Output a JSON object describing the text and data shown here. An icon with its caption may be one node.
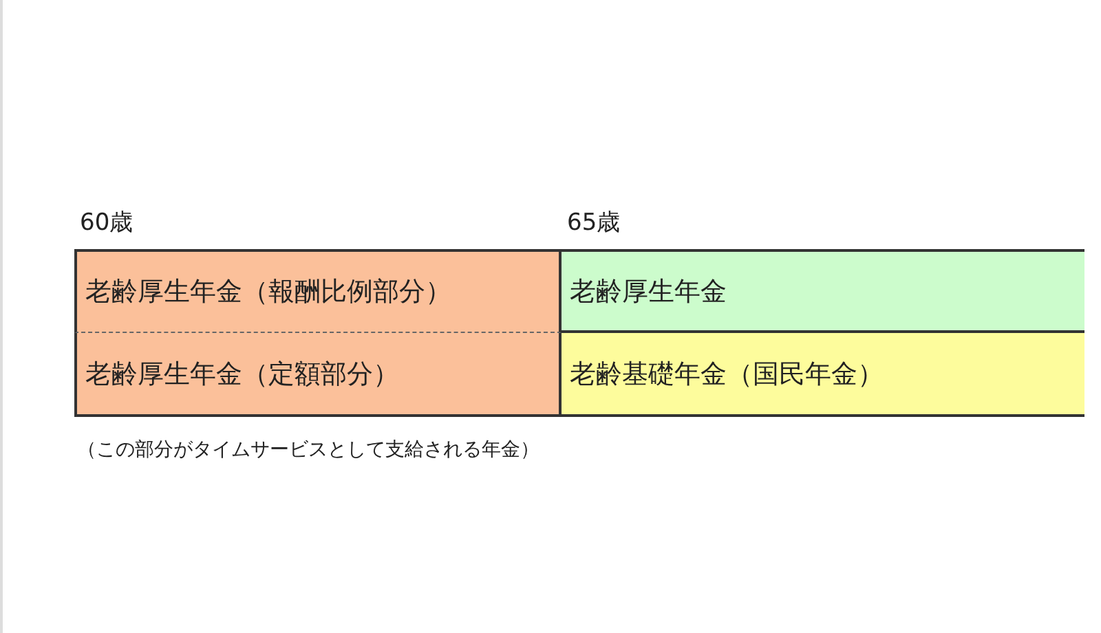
{
  "diagram": {
    "nodes": [
      {
        "text": [
          "老齢厚生年金（報酬比例部分）"
        ]
      },
      {
        "text": [
          "老齢厚生年金"
        ]
      },
      {
        "text": [
          "老齢厚生年金（定額部分）"
        ]
      },
      {
        "text": [
          "老齢基礎年金（国民年金）"
        ]
      }
    ],
    "labels": [
      "60歳",
      "65歳",
      "（この部分がタイムサービスとして支給される年金）"
    ]
  }
}
